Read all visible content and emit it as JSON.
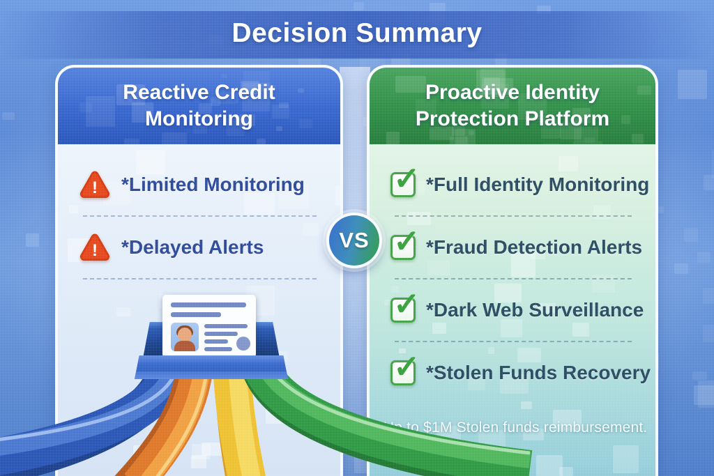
{
  "title": "Decision Summary",
  "vs_badge": "VS",
  "left_panel": {
    "title_line1": "Reactive Credit",
    "title_line2": "Monitoring",
    "items": [
      {
        "icon": "warning",
        "label": "*Limited Monitoring"
      },
      {
        "icon": "warning",
        "label": "*Delayed Alerts"
      }
    ]
  },
  "right_panel": {
    "title_line1": "Proactive Identity",
    "title_line2": "Protection Platform",
    "items": [
      {
        "icon": "check",
        "label": "*Full Identity Monitoring"
      },
      {
        "icon": "check",
        "label": "*Fraud Detection Alerts"
      },
      {
        "icon": "check",
        "label": "*Dark Web Surveillance"
      },
      {
        "icon": "check",
        "label": "*Stolen Funds Recovery"
      }
    ],
    "footnote": "*Up to $1M Stolen funds reimbursement."
  },
  "icons": {
    "warning_glyph": "!",
    "check_glyph": "✓"
  },
  "colors": {
    "background_blue": "#5e8cd8",
    "left_header_blue": "#3060cc",
    "right_header_green": "#2f8f47",
    "left_item_text": "#2d4a9c",
    "right_item_text": "#2b4c63",
    "warning_red": "#e8481c",
    "check_green": "#38a33d",
    "ribbon_blue": "#2a57b8",
    "ribbon_orange": "#e07828",
    "ribbon_yellow": "#f0c230",
    "ribbon_green": "#2f9b45"
  }
}
